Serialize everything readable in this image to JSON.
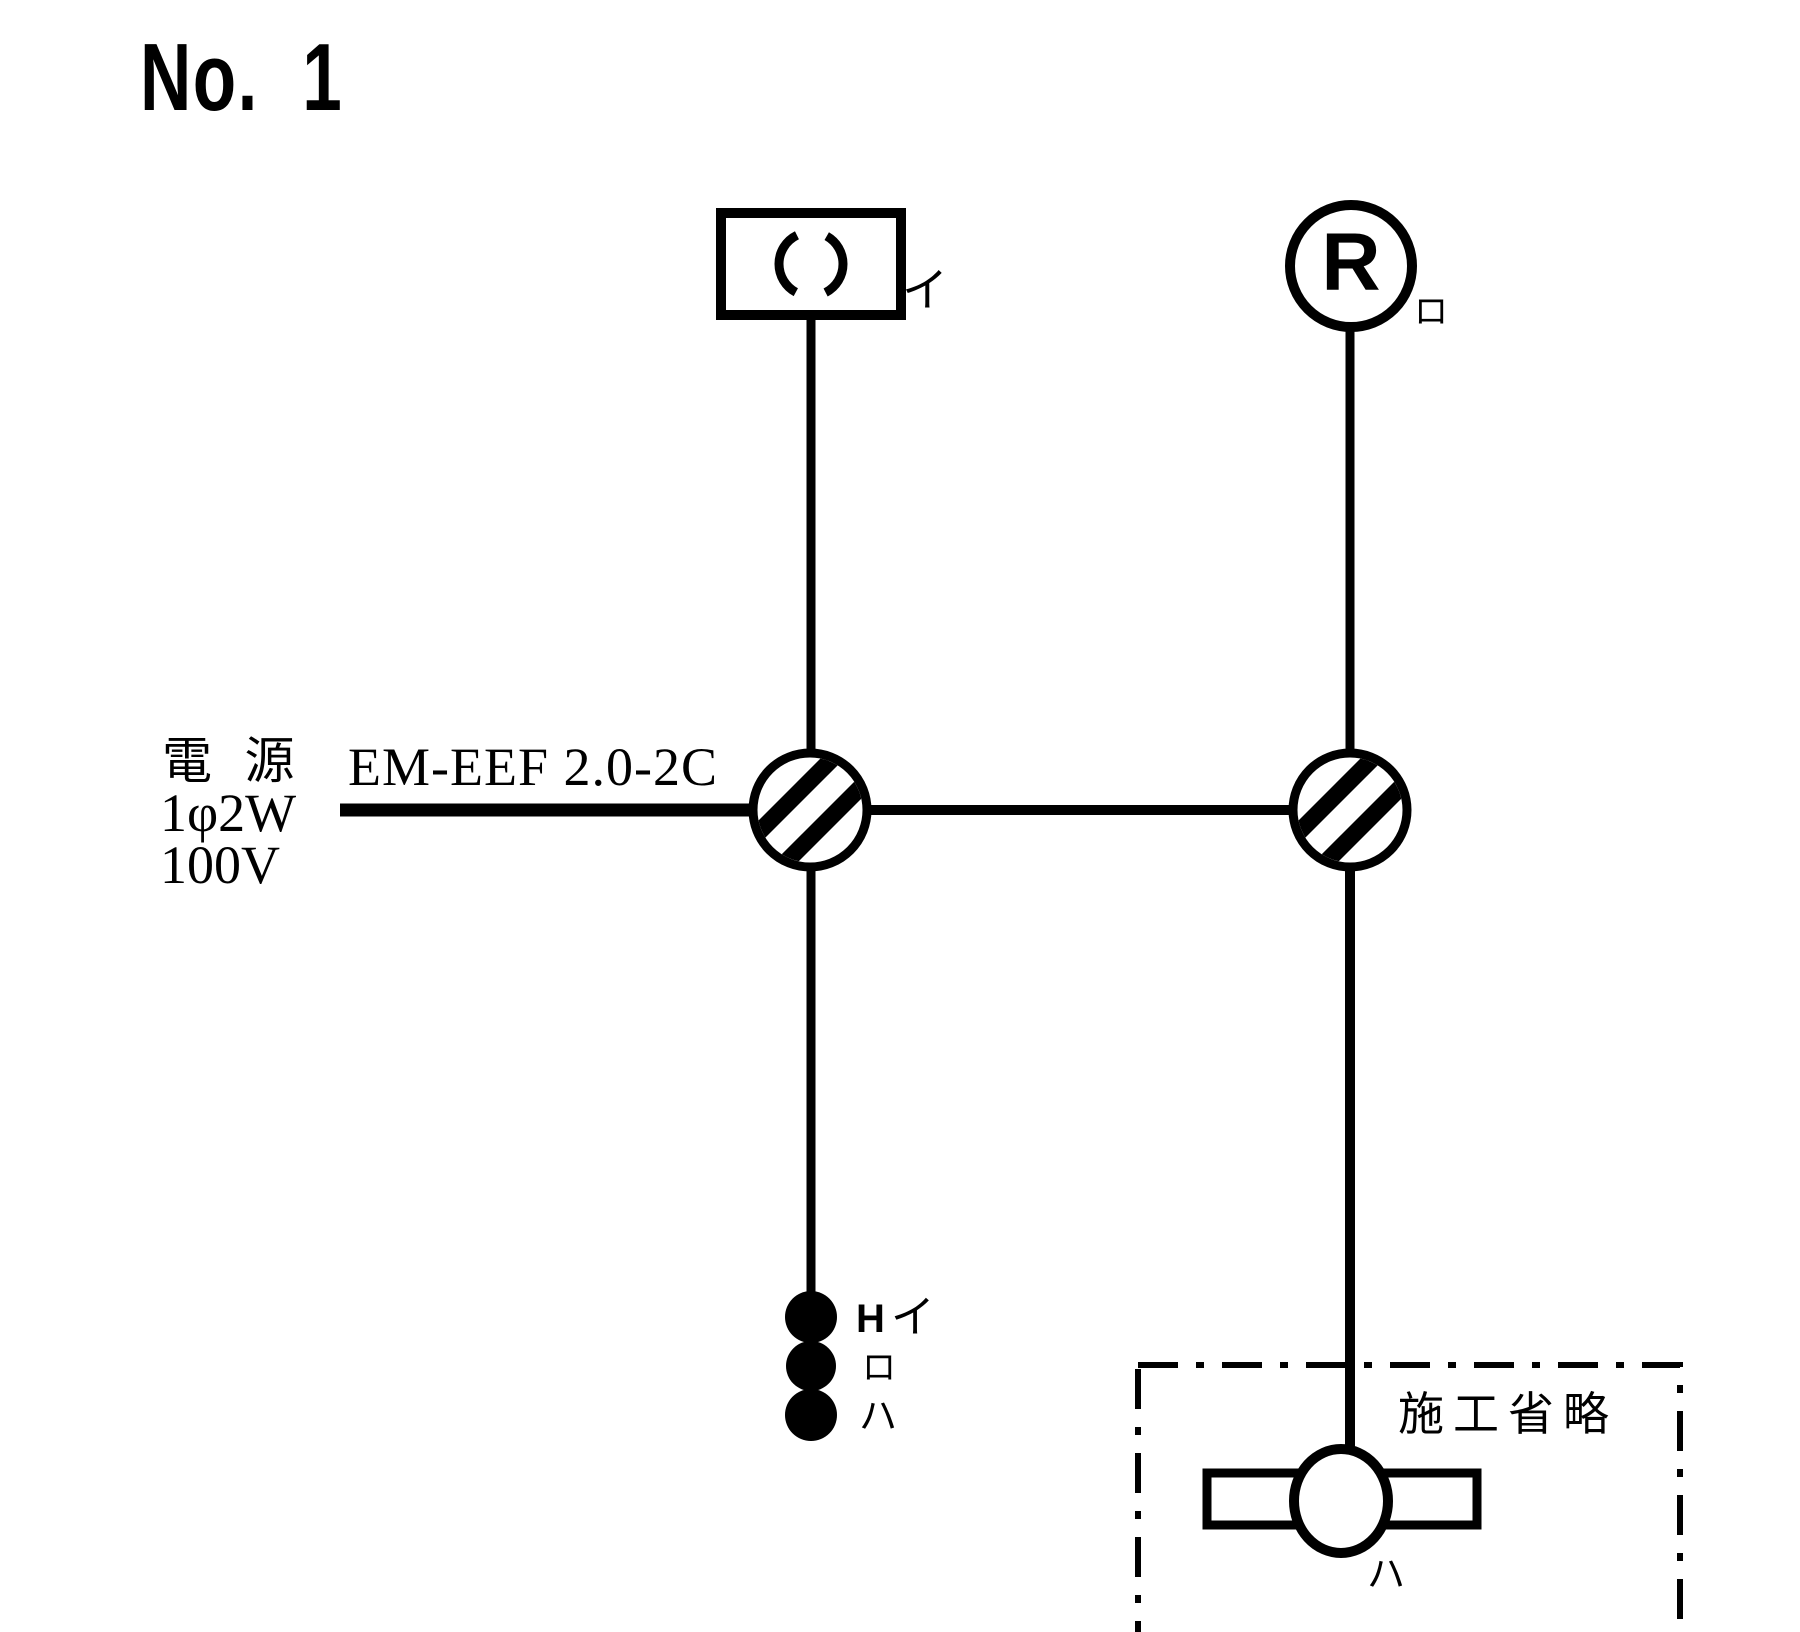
{
  "colors": {
    "ink": "#000000",
    "paper": "#ffffff"
  },
  "title": "No. 1",
  "power_source": {
    "name": "電 源",
    "phase": "1φ2W",
    "voltage": "100V"
  },
  "cable": {
    "type": "EM-EEF 2.0-2C"
  },
  "devices": {
    "ceiling_light": {
      "circuit_label": "イ"
    },
    "lamp_receptacle": {
      "letter": "R",
      "circuit_label": "ロ"
    },
    "fluorescent_light": {
      "circuit_label": "ハ"
    }
  },
  "omitted_area": {
    "note": "施工省略"
  },
  "switches": [
    {
      "mark": "H",
      "circuit_label": "イ"
    },
    {
      "mark": "",
      "circuit_label": "ロ"
    },
    {
      "mark": "",
      "circuit_label": "ハ"
    }
  ]
}
